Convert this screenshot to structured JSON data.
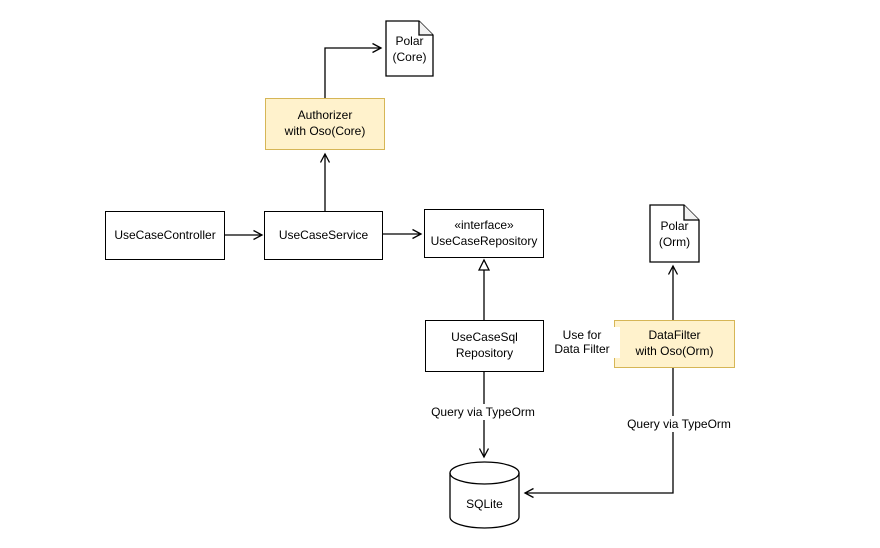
{
  "diagram": {
    "nodes": {
      "controller": {
        "label": "UseCaseController",
        "type": "box"
      },
      "service": {
        "label": "UseCaseService",
        "type": "box"
      },
      "interface_repository": {
        "label": "«interface»\nUseCaseRepository",
        "type": "box"
      },
      "authorizer": {
        "label": "Authorizer\nwith Oso(Core)",
        "type": "box-highlight"
      },
      "sql_repository": {
        "label": "UseCaseSql\nRepository",
        "type": "box"
      },
      "data_filter": {
        "label": "DataFilter\nwith Oso(Orm)",
        "type": "box-highlight"
      },
      "polar_core": {
        "label": "Polar\n(Core)",
        "type": "document"
      },
      "polar_orm": {
        "label": "Polar\n(Orm)",
        "type": "document"
      },
      "sqlite": {
        "label": "SQLite",
        "type": "database-cylinder"
      }
    },
    "edges": [
      {
        "from": "UseCaseController",
        "to": "UseCaseService",
        "label": "",
        "style": "open-arrow"
      },
      {
        "from": "UseCaseService",
        "to": "«interface» UseCaseRepository",
        "label": "",
        "style": "open-arrow"
      },
      {
        "from": "UseCaseService",
        "to": "Authorizer with Oso(Core)",
        "label": "",
        "style": "open-arrow"
      },
      {
        "from": "Authorizer with Oso(Core)",
        "to": "Polar (Core)",
        "label": "",
        "style": "open-arrow"
      },
      {
        "from": "UseCaseSql Repository",
        "to": "«interface» UseCaseRepository",
        "label": "",
        "style": "generalization-hollow-triangle"
      },
      {
        "from": "UseCaseSql Repository",
        "to": "DataFilter with Oso(Orm)",
        "label": "Use for\nData Filter",
        "style": "open-arrow"
      },
      {
        "from": "UseCaseSql Repository",
        "to": "SQLite",
        "label": "Query via TypeOrm",
        "style": "open-arrow"
      },
      {
        "from": "DataFilter with Oso(Orm)",
        "to": "Polar (Orm)",
        "label": "",
        "style": "open-arrow"
      },
      {
        "from": "DataFilter with Oso(Orm)",
        "to": "SQLite",
        "label": "Query via TypeOrm",
        "style": "open-arrow"
      }
    ],
    "colors": {
      "highlight_fill": "#FFF2CC",
      "highlight_stroke": "#D6B656",
      "node_fill": "#FFFFFF",
      "line": "#000000",
      "document_fold": "#F2F2F2"
    }
  }
}
